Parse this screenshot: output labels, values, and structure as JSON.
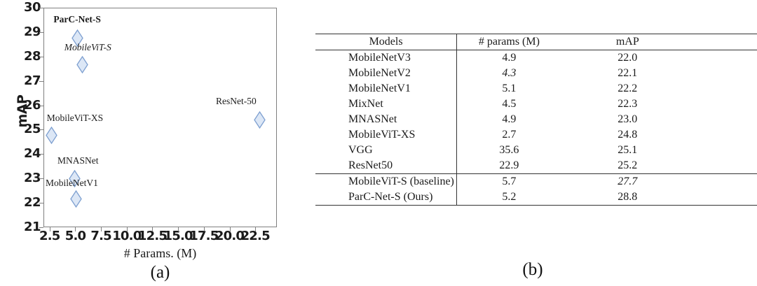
{
  "chart_data": [
    {
      "type": "scatter",
      "panel": "a",
      "title": "",
      "xlabel": "# Params. (M)",
      "ylabel": "mAP",
      "xlim": [
        1.9,
        24.6
      ],
      "ylim": [
        21,
        30
      ],
      "xticks": [
        "2.5",
        "5.0",
        "7.5",
        "10.0",
        "12.5",
        "15.0",
        "17.5",
        "20.0",
        "22.5"
      ],
      "xtick_values": [
        2.5,
        5.0,
        7.5,
        10.0,
        12.5,
        15.0,
        17.5,
        20.0,
        22.5
      ],
      "yticks": [
        "30",
        "29",
        "28",
        "27",
        "26",
        "25",
        "24",
        "23",
        "22",
        "21"
      ],
      "ytick_values": [
        30,
        29,
        28,
        27,
        26,
        25,
        24,
        23,
        22,
        21
      ],
      "grid": false,
      "legend": "none",
      "marker": "diamond",
      "marker_fill": "#dce7f6",
      "marker_edge": "#7d9fd0",
      "points": [
        {
          "label": "ParC-Net-S",
          "x": 5.2,
          "y": 28.75,
          "style": "bold",
          "label_dx": -34,
          "label_dy": -34
        },
        {
          "label": "MobileViT-S",
          "x": 5.7,
          "y": 27.65,
          "style": "italic",
          "label_dx": -26,
          "label_dy": -32
        },
        {
          "label": "ResNet-50",
          "x": 22.9,
          "y": 25.4,
          "style": "regular",
          "label_dx": -62,
          "label_dy": -33
        },
        {
          "label": "MobileViT-XS",
          "x": 2.7,
          "y": 24.78,
          "style": "regular",
          "label_dx": -7,
          "label_dy": -31
        },
        {
          "label": "MNASNet",
          "x": 4.9,
          "y": 23.0,
          "style": "regular",
          "label_dx": -24,
          "label_dy": -32
        },
        {
          "label": "MobileNetV1",
          "x": 5.1,
          "y": 22.15,
          "style": "regular",
          "label_dx": -44,
          "label_dy": -30
        }
      ],
      "caption": "(a)"
    },
    {
      "type": "table",
      "panel": "b",
      "columns": [
        "Models",
        "# params (M)",
        "mAP"
      ],
      "rows": [
        {
          "model": "MobileNetV3",
          "params": "4.9",
          "map": "22.0",
          "params_style": "regular",
          "map_style": "regular"
        },
        {
          "model": "MobileNetV2",
          "params": "4.3",
          "map": "22.1",
          "params_style": "italic",
          "map_style": "regular"
        },
        {
          "model": "MobileNetV1",
          "params": "5.1",
          "map": "22.2",
          "params_style": "regular",
          "map_style": "regular"
        },
        {
          "model": "MixNet",
          "params": "4.5",
          "map": "22.3",
          "params_style": "regular",
          "map_style": "regular"
        },
        {
          "model": "MNASNet",
          "params": "4.9",
          "map": "23.0",
          "params_style": "regular",
          "map_style": "regular"
        },
        {
          "model": "MobileViT-XS",
          "params": "2.7",
          "map": "24.8",
          "params_style": "bold",
          "map_style": "regular"
        },
        {
          "model": "VGG",
          "params": "35.6",
          "map": "25.1",
          "params_style": "regular",
          "map_style": "regular"
        },
        {
          "model": "ResNet50",
          "params": "22.9",
          "map": "25.2",
          "params_style": "regular",
          "map_style": "regular"
        },
        {
          "model": "MobileViT-S (baseline)",
          "params": "5.7",
          "map": "27.7",
          "params_style": "regular",
          "map_style": "italic",
          "section_start": true
        },
        {
          "model": "ParC-Net-S (Ours)",
          "params": "5.2",
          "map": "28.8",
          "params_style": "regular",
          "map_style": "bold"
        }
      ],
      "caption": "(b)"
    }
  ],
  "panel_a": {
    "ylabel": "mAP",
    "xlabel": "# Params. (M)",
    "caption": "(a)"
  },
  "panel_b": {
    "caption": "(b)"
  }
}
